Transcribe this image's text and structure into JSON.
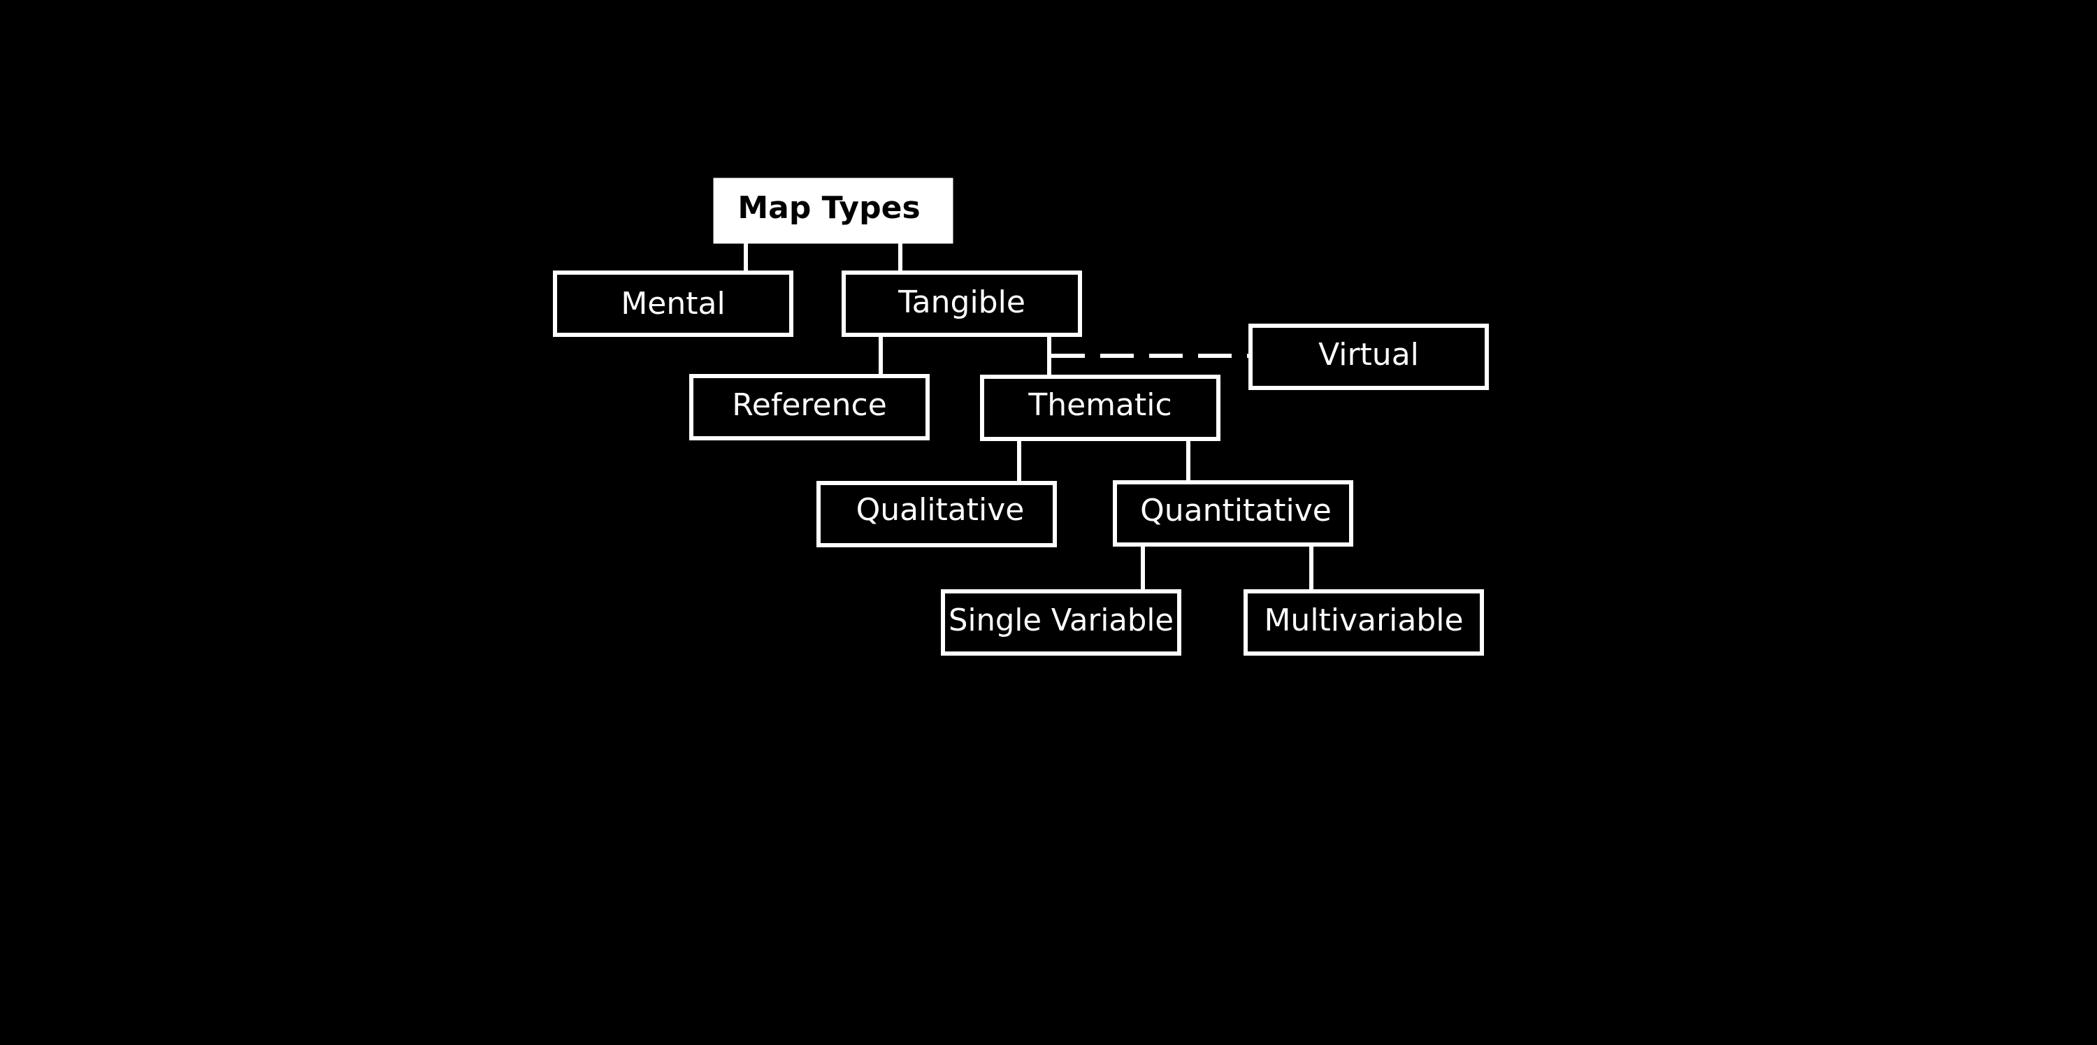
{
  "diagram": {
    "root": "Map Types",
    "nodes": {
      "mental": "Mental",
      "tangible": "Tangible",
      "virtual": "Virtual",
      "reference": "Reference",
      "thematic": "Thematic",
      "qualitative": "Qualitative",
      "quantitative": "Quantitative",
      "single_variable": "Single Variable",
      "multivariable": "Multivariable"
    },
    "relations": [
      {
        "from": "Map Types",
        "to": "Mental",
        "style": "solid"
      },
      {
        "from": "Map Types",
        "to": "Tangible",
        "style": "solid"
      },
      {
        "from": "Tangible",
        "to": "Reference",
        "style": "solid"
      },
      {
        "from": "Tangible",
        "to": "Thematic",
        "style": "solid"
      },
      {
        "from": "Tangible",
        "to": "Virtual",
        "style": "dashed"
      },
      {
        "from": "Thematic",
        "to": "Qualitative",
        "style": "solid"
      },
      {
        "from": "Thematic",
        "to": "Quantitative",
        "style": "solid"
      },
      {
        "from": "Quantitative",
        "to": "Single Variable",
        "style": "solid"
      },
      {
        "from": "Quantitative",
        "to": "Multivariable",
        "style": "solid"
      }
    ]
  },
  "colors": {
    "background": "#000000",
    "stroke": "#ffffff",
    "root_fill": "#ffffff",
    "root_text": "#000000",
    "node_text": "#ffffff"
  }
}
